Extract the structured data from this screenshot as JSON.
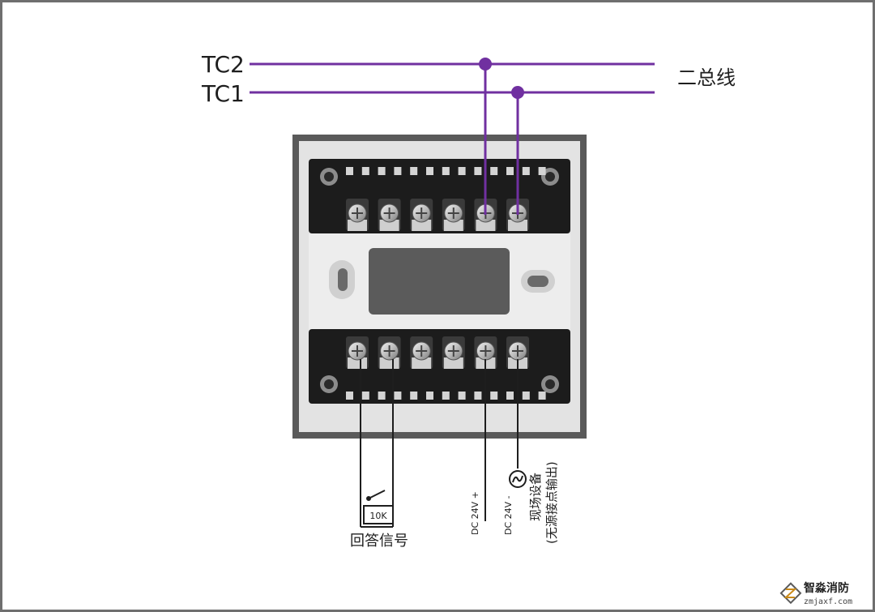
{
  "bus": {
    "tc2_label": "TC2",
    "tc1_label": "TC1",
    "bus_label": "二总线",
    "wire_color": "#7030a0"
  },
  "terminals_top_count": 6,
  "terminals_bottom_count": 6,
  "bottom_wiring": {
    "resistor_label": "10K",
    "feedback_label": "回答信号",
    "dc_plus_label": "DC 24V +",
    "dc_minus_label": "DC 24V -",
    "field_device_label": "现场设备",
    "field_device_note": "(无源接点输出)"
  },
  "watermark": {
    "name": "智淼消防",
    "url": "zmjaxf.com"
  }
}
